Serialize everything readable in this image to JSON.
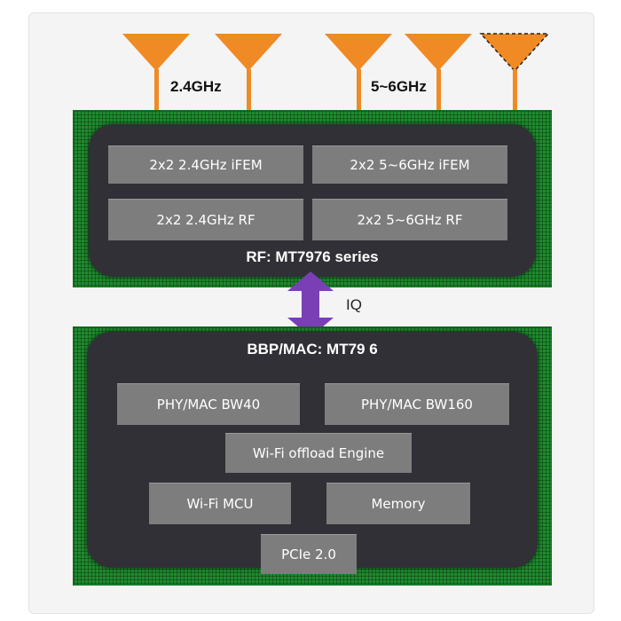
{
  "antennas": {
    "band_24_label": "2.4GHz",
    "band_5_label": "5~6GHz",
    "icon": "antenna-icon",
    "color": "#f08a24"
  },
  "rf_chip": {
    "title": "RF: MT7976 series",
    "blocks": {
      "ifem_24": "2x2 2.4GHz iFEM",
      "ifem_5": "2x2 5~6GHz iFEM",
      "rf_24": "2x2 2.4GHz RF",
      "rf_5": "2x2 5~6GHz RF"
    }
  },
  "iq_link": {
    "label": "IQ",
    "color": "#7a3fb5"
  },
  "bbp_chip": {
    "title": "BBP/MAC: MT79  6",
    "blocks": {
      "phy_bw40": "PHY/MAC BW40",
      "phy_bw160": "PHY/MAC BW160",
      "offload": "Wi-Fi offload Engine",
      "mcu": "Wi-Fi MCU",
      "memory": "Memory",
      "pcie": "PCIe 2.0"
    }
  },
  "colors": {
    "pcb_green": "#1f8a2e",
    "chip_dark": "#303036",
    "block_gray": "#7d7d7d"
  }
}
